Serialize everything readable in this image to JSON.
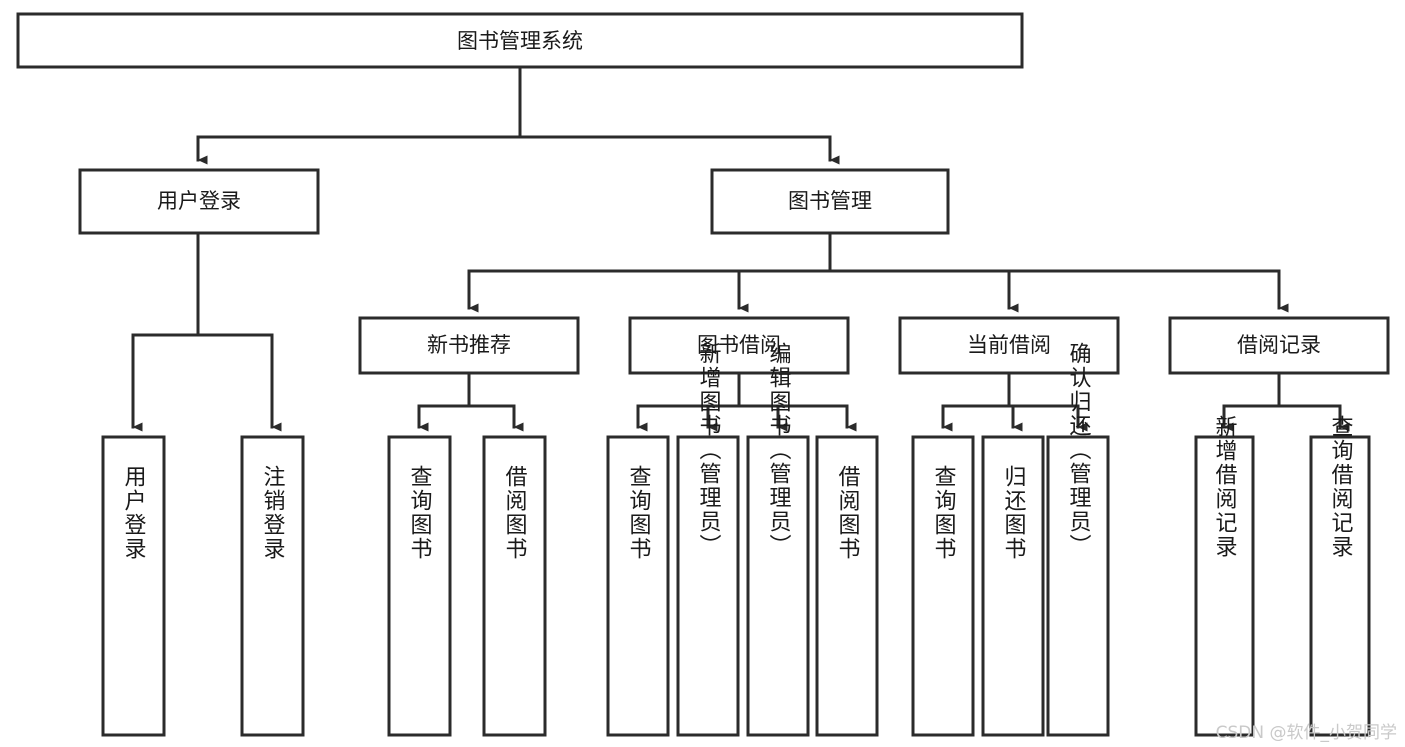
{
  "diagram": {
    "title": "图书管理系统",
    "type": "hierarchy-tree",
    "watermark": "CSDN @软件_小贺同学",
    "colors": {
      "stroke": "#2b2b2b",
      "box_fill": "#ffffff",
      "text": "#1a1a1a",
      "background": "#ffffff",
      "watermark": "#c9c9c9"
    },
    "root": {
      "label": "图书管理系统"
    },
    "level2": [
      {
        "label": "用户登录"
      },
      {
        "label": "图书管理"
      }
    ],
    "level3": [
      {
        "label": "新书推荐"
      },
      {
        "label": "图书借阅"
      },
      {
        "label": "当前借阅"
      },
      {
        "label": "借阅记录"
      }
    ],
    "leaves": {
      "user_login": [
        {
          "label": "用户登录"
        },
        {
          "label": "注销登录"
        }
      ],
      "new_book_recommend": [
        {
          "label": "查询图书"
        },
        {
          "label": "借阅图书"
        }
      ],
      "book_borrow": [
        {
          "label": "查询图书"
        },
        {
          "label": "新增图书（管理员）"
        },
        {
          "label": "编辑图书（管理员）"
        },
        {
          "label": "借阅图书"
        }
      ],
      "current_borrow": [
        {
          "label": "查询图书"
        },
        {
          "label": "归还图书"
        },
        {
          "label": "确认归还（管理员）"
        }
      ],
      "borrow_record": [
        {
          "label": "新增借阅记录"
        },
        {
          "label": "查询借阅记录"
        }
      ]
    }
  }
}
